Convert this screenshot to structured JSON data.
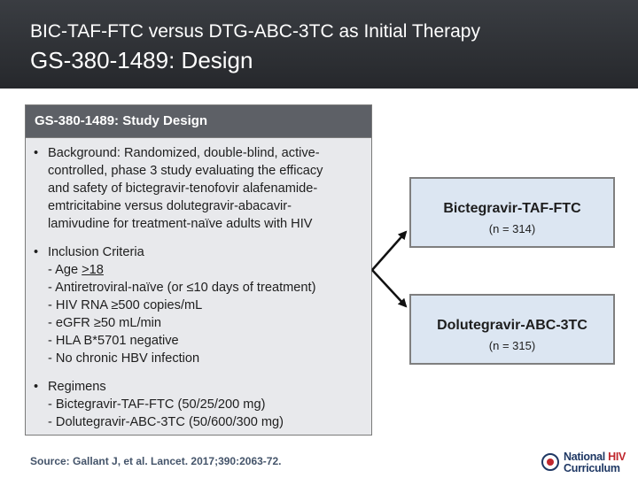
{
  "header": {
    "line1": "BIC-TAF-FTC versus DTG-ABC-3TC as Initial Therapy",
    "line2": "GS-380-1489: Design"
  },
  "panel": {
    "title": "GS-380-1489: Study Design",
    "background": {
      "label": "Background",
      "lines": [
        ": Randomized, double-blind, active-",
        "controlled, phase 3 study evaluating the efficacy",
        "and safety of bictegravir-tenofovir alafenamide-",
        "emtricitabine versus dolutegravir-abacavir-",
        "lamivudine for treatment-naïve adults with HIV"
      ]
    },
    "inclusion": {
      "label": "Inclusion Criteria",
      "age_prefix": "- Age ",
      "age_value": ">18",
      "items": [
        "- Antiretroviral-naïve (or ≤10 days of treatment)",
        "- HIV RNA ≥500 copies/mL",
        "- eGFR ≥50 mL/min",
        "- HLA B*5701 negative",
        "- No chronic HBV infection"
      ]
    },
    "regimens": {
      "label": "Regimens",
      "items": [
        "- Bictegravir-TAF-FTC (50/25/200 mg)",
        "- Dolutegravir-ABC-3TC (50/600/300 mg)"
      ]
    }
  },
  "arms": [
    {
      "name": "Bictegravir-TAF-FTC",
      "n": "(n = 314)"
    },
    {
      "name": "Dolutegravir-ABC-3TC",
      "n": "(n = 315)"
    }
  ],
  "source": "Source: Gallant J, et al. Lancet. 2017;390:2063-72.",
  "logo": {
    "word1": "National",
    "word2": "HIV",
    "word3": "Curriculum"
  },
  "colors": {
    "header": "#2f3136",
    "arm_fill": "#dce6f2",
    "panel_fill": "#e8e9ec"
  }
}
